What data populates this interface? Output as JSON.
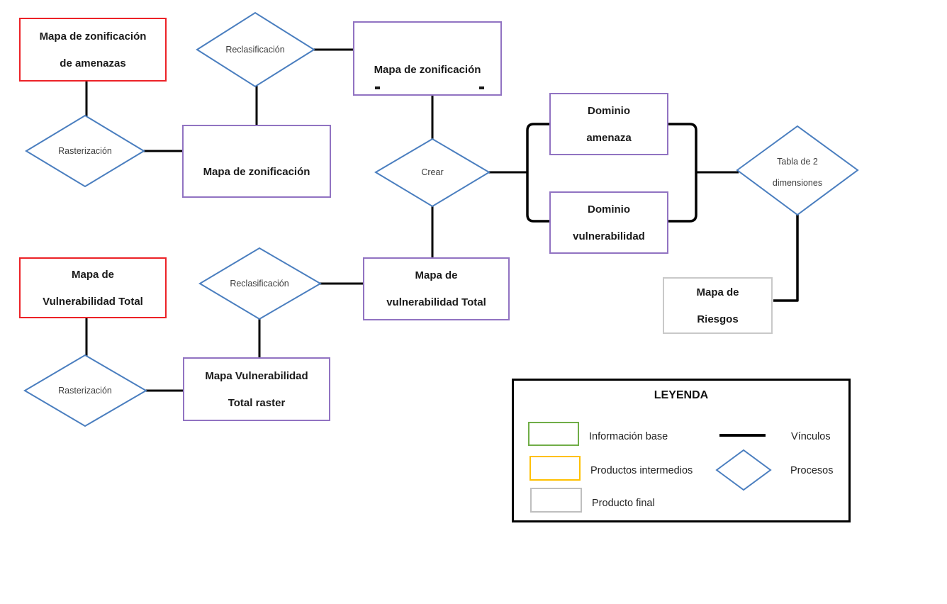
{
  "nodes": {
    "mapa_zonificacion_amenazas": {
      "line1": "Mapa de zonificación",
      "line2": "de amenazas"
    },
    "mapa_zonificacion_top": {
      "line1": "Mapa de zonificación"
    },
    "mapa_zonificacion_mid": {
      "line1": "Mapa de zonificación"
    },
    "dominio_amenaza": {
      "line1": "Dominio",
      "line2": "amenaza"
    },
    "dominio_vulnerabilidad": {
      "line1": "Dominio",
      "line2": "vulnerabilidad"
    },
    "mapa_vulnerabilidad_total_base": {
      "line1": "Mapa de",
      "line2": "Vulnerabilidad Total"
    },
    "mapa_vulnerabilidad_total": {
      "line1": "Mapa de",
      "line2": "vulnerabilidad Total"
    },
    "mapa_vulnerabilidad_total_raster": {
      "line1": "Mapa Vulnerabilidad",
      "line2": "Total raster"
    },
    "mapa_riesgos": {
      "line1": "Mapa de",
      "line2": "Riesgos"
    }
  },
  "processes": {
    "reclasificacion_1": {
      "label": "Reclasificación"
    },
    "rasterizacion_1": {
      "label": "Rasterización"
    },
    "crear": {
      "label": "Crear"
    },
    "tabla_2_dimensiones": {
      "line1": "Tabla de 2",
      "line2": "dimensiones"
    },
    "reclasificacion_2": {
      "label": "Reclasificación"
    },
    "rasterizacion_2": {
      "label": "Rasterización"
    }
  },
  "legend": {
    "title": "LEYENDA",
    "items": [
      {
        "label": "Información base",
        "swatch": "green-rectangle",
        "color": "#70ad47"
      },
      {
        "label": "Productos intermedios",
        "swatch": "yellow-rectangle",
        "color": "#ffc000"
      },
      {
        "label": "Producto final",
        "swatch": "gray-rectangle",
        "color": "#bfbfbf"
      },
      {
        "label": "Vínculos",
        "swatch": "black-line",
        "color": "#000000"
      },
      {
        "label": "Procesos",
        "swatch": "blue-diamond",
        "color": "#4a7ebf"
      }
    ]
  },
  "colors": {
    "base_node_border": "#ec2227",
    "intermediate_node_border": "#9173c2",
    "final_node_border": "#c9c9c9",
    "process_diamond_border": "#4a7ebf",
    "connector": "#000000"
  }
}
